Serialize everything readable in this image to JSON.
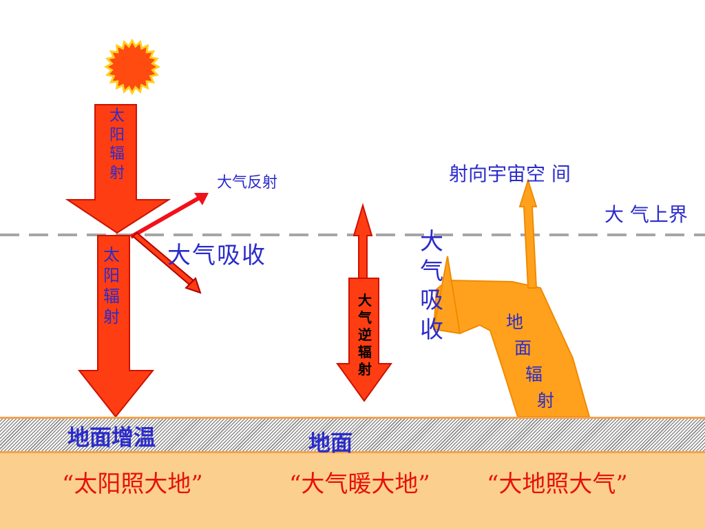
{
  "colors": {
    "arrow_red": "#ff3d12",
    "arrow_outline": "#cc1100",
    "earth_orange": "#ffa11c",
    "sun": "#ff4a10",
    "sun_edge": "#ffd020",
    "blue_text": "#2b2bcc",
    "red_text": "#e8110a",
    "dashed_line": "#a6a6a6",
    "bottom_fill": "#fbcf8e"
  },
  "icons": {
    "sun": "sun-icon"
  },
  "solar": {
    "top_label": [
      "太",
      "阳",
      "辐",
      "射"
    ],
    "bottom_label": [
      "太",
      "阳",
      "辐",
      "射"
    ],
    "reflect_label": "大气反射",
    "absorb_label": "大气吸收"
  },
  "counter": {
    "label": [
      "大",
      "气",
      "逆",
      "辐",
      "射"
    ]
  },
  "terrestrial": {
    "label": [
      "地",
      "面",
      "辐",
      "射"
    ],
    "to_space_label": "射向宇宙空 间",
    "absorb_label": [
      "大",
      "气",
      "吸",
      "收"
    ]
  },
  "atmosphere_top_label": "大 气上界",
  "ground": {
    "warming_label": "地面增温",
    "ground_label": "地面"
  },
  "captions": [
    "“太阳照大地”",
    "“大气暖大地”",
    "“大地照大气”"
  ]
}
